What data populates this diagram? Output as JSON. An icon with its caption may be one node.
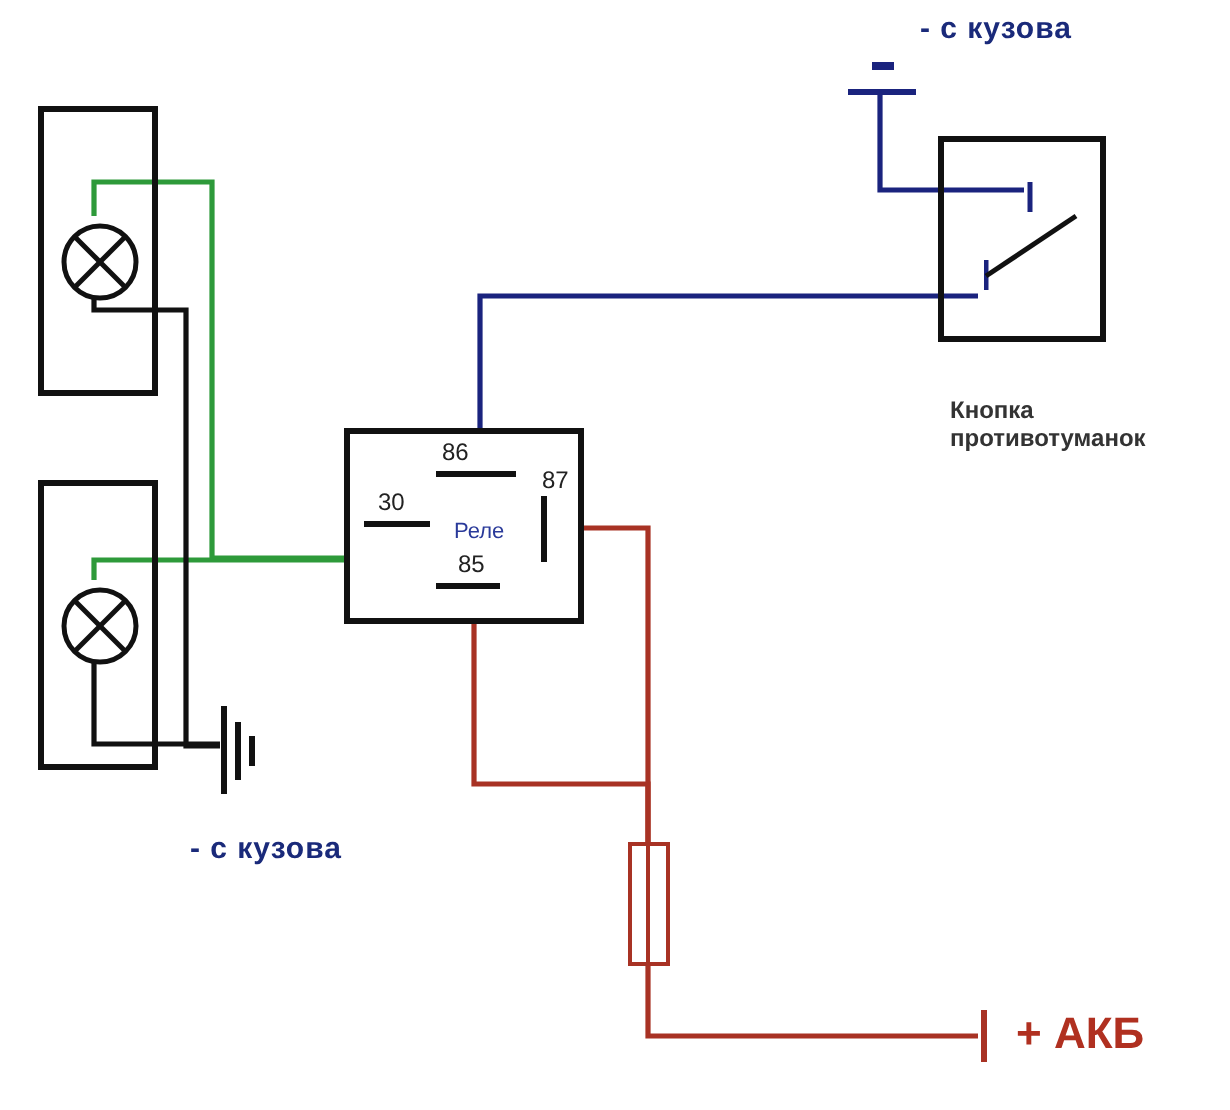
{
  "diagram": {
    "nodes": [
      {
        "text": [],
        "shape": "ground",
        "beside": [
          "- с кузова"
        ]
      },
      {
        "text": [],
        "shape": "box"
      },
      {
        "text": [],
        "shape": "lamp",
        "in": 1
      },
      {
        "text": [
          "Кнопка противотуманок"
        ]
      },
      {
        "text": [
          "86",
          "30",
          "Реле",
          "87",
          "85"
        ]
      },
      {
        "text": [],
        "shape": "box"
      },
      {
        "text": [],
        "shape": "lamp",
        "in": 5
      },
      {
        "text": [],
        "shape": "ground",
        "beside": [
          "- с кузова"
        ]
      },
      {
        "text": [],
        "shape": "fuse"
      },
      {
        "text": [
          "+ АКБ"
        ]
      }
    ],
    "edges": [
      {
        "from": 2,
        "to": 4,
        "arrow": "none",
        "color": "#2e9a3a"
      },
      {
        "from": 6,
        "to": 4,
        "arrow": "none",
        "color": "#2e9a3a"
      },
      {
        "from": 2,
        "to": 7,
        "arrow": "none",
        "color": "#111111"
      },
      {
        "from": 6,
        "to": 7,
        "arrow": "none",
        "color": "#111111"
      },
      {
        "from": 4,
        "to": 3,
        "arrow": "none",
        "color": "#1a237e"
      },
      {
        "from": 3,
        "to": 0,
        "arrow": "none",
        "color": "#1a237e"
      },
      {
        "from": 4,
        "to": 8,
        "arrow": "none",
        "color": "#a83224"
      },
      {
        "from": 4,
        "to": 8,
        "arrow": "none",
        "color": "#a83224"
      },
      {
        "from": 8,
        "to": 9,
        "arrow": "none",
        "color": "#a83224"
      }
    ]
  }
}
